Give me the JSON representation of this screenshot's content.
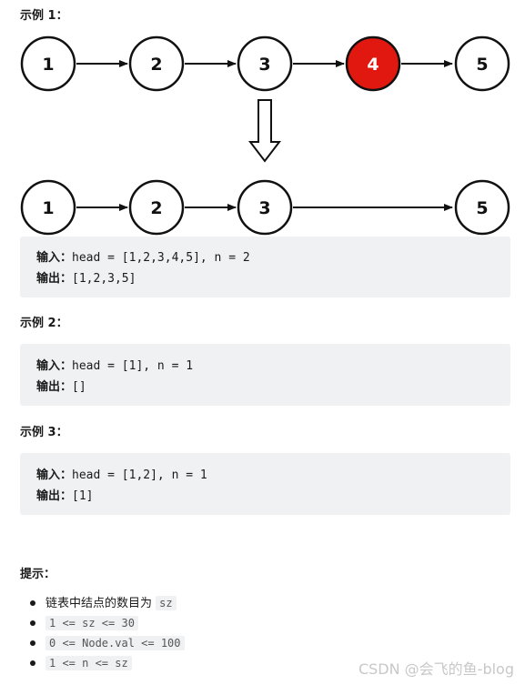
{
  "examples": [
    {
      "title": "示例 1：",
      "diagram_before": {
        "nodes": [
          "1",
          "2",
          "3",
          "4",
          "5"
        ],
        "removed_value": "4"
      },
      "diagram_after": {
        "nodes": [
          "1",
          "2",
          "3",
          "5"
        ]
      },
      "input_label": "输入：",
      "input_text": "head = [1,2,3,4,5], n = 2",
      "output_label": "输出：",
      "output_text": "[1,2,3,5]"
    },
    {
      "title": "示例 2：",
      "input_label": "输入：",
      "input_text": "head = [1], n = 1",
      "output_label": "输出：",
      "output_text": "[]"
    },
    {
      "title": "示例 3：",
      "input_label": "输入：",
      "input_text": "head = [1,2], n = 1",
      "output_label": "输出：",
      "output_text": "[1]"
    }
  ],
  "hints": {
    "title": "提示：",
    "items": [
      {
        "text": "链表中结点的数目为 ",
        "code": "sz"
      },
      {
        "text": "",
        "code": "1 <= sz <= 30"
      },
      {
        "text": "",
        "code": "0 <= Node.val <= 100"
      },
      {
        "text": "",
        "code": "1 <= n <= sz"
      }
    ]
  },
  "watermark": "CSDN @会飞的鱼-blog",
  "colors": {
    "highlight_node": "#e1180f",
    "code_bg": "#f0f1f3"
  }
}
